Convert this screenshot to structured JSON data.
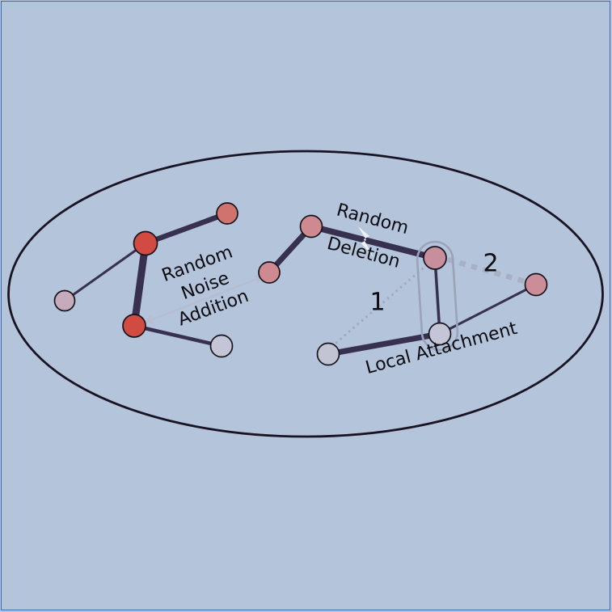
{
  "figure": {
    "background_color": "#b3c4db",
    "frame_border_color": "#3e6cb4",
    "boundary_ellipse_color": "#191323",
    "text_color": "#0b0b10"
  },
  "annotations": {
    "random_noise_addition": {
      "line1": "Random",
      "line2": "Noise",
      "line3": "Addition",
      "arrow_color": "#b7bdd1",
      "arrow_style": "double-headed"
    },
    "random_deletion": {
      "line1": "Random",
      "line2": "Deletion",
      "break_icon_color": "#f2f2f7"
    },
    "local_attachment": {
      "label": "Local Attachment",
      "outline_color": "#9aa3b8"
    },
    "candidate_edge_1_label": "1",
    "candidate_edge_2_label": "2",
    "dotted_edge_color": "#a2a9be",
    "dashed_edge_color": "#a8b0c5"
  },
  "graph": {
    "edge_color": "#38304f",
    "nodes": [
      {
        "id": "n1",
        "tone": "mauve",
        "color": "#c7aabc"
      },
      {
        "id": "n2",
        "tone": "red",
        "color": "#d14b42"
      },
      {
        "id": "n3",
        "tone": "salmon",
        "color": "#d0736f"
      },
      {
        "id": "n4",
        "tone": "red",
        "color": "#d14b42"
      },
      {
        "id": "n5",
        "tone": "lavender",
        "color": "#c4c5d6"
      },
      {
        "id": "n6",
        "tone": "pink",
        "color": "#cf8a91"
      },
      {
        "id": "n7",
        "tone": "pink",
        "color": "#cf8a91"
      },
      {
        "id": "n8",
        "tone": "pink",
        "color": "#c98e9b"
      },
      {
        "id": "n9",
        "tone": "lavender",
        "color": "#c4c5d6"
      },
      {
        "id": "n10",
        "tone": "lavender",
        "color": "#c2c3d3"
      },
      {
        "id": "n11",
        "tone": "pink",
        "color": "#cb8e99"
      }
    ],
    "edges": [
      {
        "from": "n1",
        "to": "n2",
        "style": "solid",
        "weight": "thin"
      },
      {
        "from": "n2",
        "to": "n3",
        "style": "solid",
        "weight": "thick"
      },
      {
        "from": "n2",
        "to": "n4",
        "style": "solid",
        "weight": "thickest"
      },
      {
        "from": "n4",
        "to": "n5",
        "style": "solid",
        "weight": "medium"
      },
      {
        "from": "n6",
        "to": "n7",
        "style": "solid",
        "weight": "thick"
      },
      {
        "from": "n7",
        "to": "n8",
        "style": "solid",
        "weight": "thick",
        "annotation": "Random Deletion"
      },
      {
        "from": "n8",
        "to": "n9",
        "style": "solid",
        "weight": "medium",
        "annotation": "Local Attachment"
      },
      {
        "from": "n10",
        "to": "n9",
        "style": "solid",
        "weight": "thick"
      },
      {
        "from": "n9",
        "to": "n11",
        "style": "solid",
        "weight": "thin"
      },
      {
        "from": "n4",
        "to": "n6",
        "style": "double-arrow",
        "annotation": "Random Noise Addition"
      },
      {
        "from": "n10",
        "to": "n8",
        "style": "dotted",
        "label": "1"
      },
      {
        "from": "n8",
        "to": "n11",
        "style": "dashed",
        "label": "2"
      }
    ]
  }
}
